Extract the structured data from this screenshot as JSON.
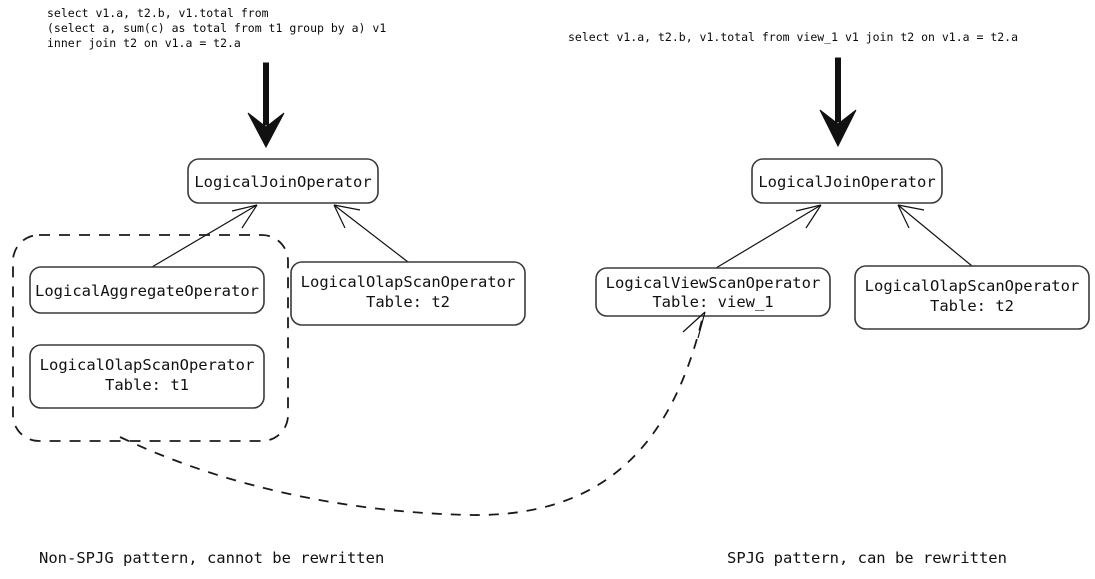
{
  "figure": {
    "title": "SPJG pattern view rewrite comparison diagram",
    "background_color": "#ffffff",
    "node_border_color": "#3a3a3a",
    "edge_color": "#111111",
    "dashed_color": "#1a1a1a"
  },
  "left_panel": {
    "sql": {
      "line1": "select v1.a, t2.b, v1.total from",
      "line2": "(select a, sum(c) as total from t1 group by a) v1",
      "line3": "inner join t2 on v1.a = t2.a"
    },
    "arrow_icon": "thick-down-arrow",
    "root_node": {
      "label": "LogicalJoinOperator"
    },
    "group": {
      "style": "dashed-rounded-rectangle",
      "nodes": [
        {
          "label": "LogicalAggregateOperator",
          "sublabel": ""
        },
        {
          "label": "LogicalOlapScanOperator",
          "sublabel": "Table: t1"
        }
      ]
    },
    "right_child": {
      "label": "LogicalOlapScanOperator",
      "sublabel": "Table: t2"
    },
    "caption": "Non-SPJG pattern, cannot be rewritten"
  },
  "right_panel": {
    "sql": {
      "line1": "select v1.a, t2.b, v1.total from view_1 v1 join t2 on v1.a = t2.a"
    },
    "arrow_icon": "thick-down-arrow",
    "root_node": {
      "label": "LogicalJoinOperator"
    },
    "left_child": {
      "label": "LogicalViewScanOperator",
      "sublabel": "Table: view_1"
    },
    "right_child": {
      "label": "LogicalOlapScanOperator",
      "sublabel": "Table: t2"
    },
    "caption": "SPJG pattern, can be rewritten"
  },
  "transform_edge": {
    "style": "dashed-curved-arrow",
    "from": "left-panel-group",
    "to": "right-panel-view-scan-node"
  }
}
